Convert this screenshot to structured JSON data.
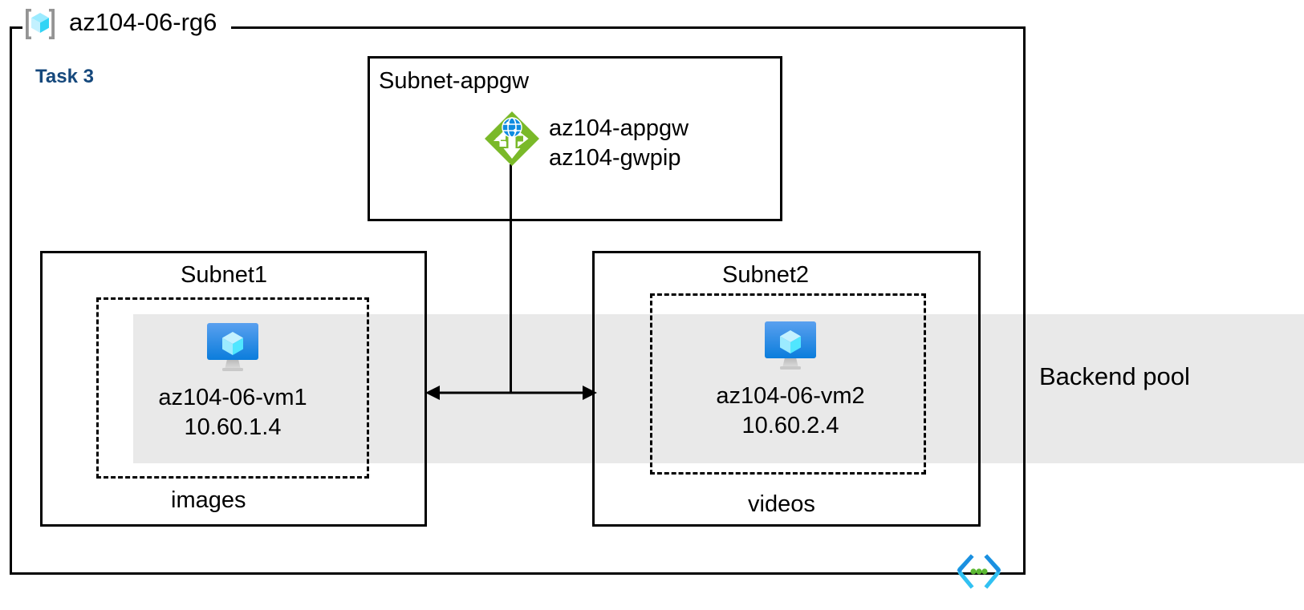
{
  "diagram": {
    "resource_group": {
      "name": "az104-06-rg6",
      "icon": "resource-group-cube-icon"
    },
    "task": {
      "label": "Task 3",
      "color": "#15487c"
    },
    "backend_pool": {
      "label": "Backend pool",
      "band_color": "#e9e9e9"
    },
    "appgw_subnet": {
      "title": "Subnet-appgw",
      "icon": "application-gateway-icon",
      "resources": "az104-appgw\naz104-gwpip",
      "resource_line1": "az104-appgw",
      "resource_line2": "az104-gwpip"
    },
    "subnet1": {
      "title": "Subnet1",
      "tag": "images",
      "vm": {
        "icon": "virtual-machine-icon",
        "name": "az104-06-vm1",
        "ip": "10.60.1.4"
      }
    },
    "subnet2": {
      "title": "Subnet2",
      "tag": "videos",
      "vm": {
        "icon": "virtual-machine-icon",
        "name": "az104-06-vm2",
        "ip": "10.60.2.4"
      }
    },
    "markers": {
      "code_icon": "code-brackets-dots-icon"
    },
    "colors": {
      "appgw_green": "#7ab929",
      "vm_blue_top": "#5aa0ef",
      "vm_blue_bottom": "#0b7ddc",
      "cube_cyan": "#50e6ff",
      "marker_cyan": "#31c1f2",
      "marker_blue": "#1b8fe0",
      "marker_green": "#5bb832",
      "bracket_gray": "#949494",
      "line_black": "#000000"
    }
  }
}
